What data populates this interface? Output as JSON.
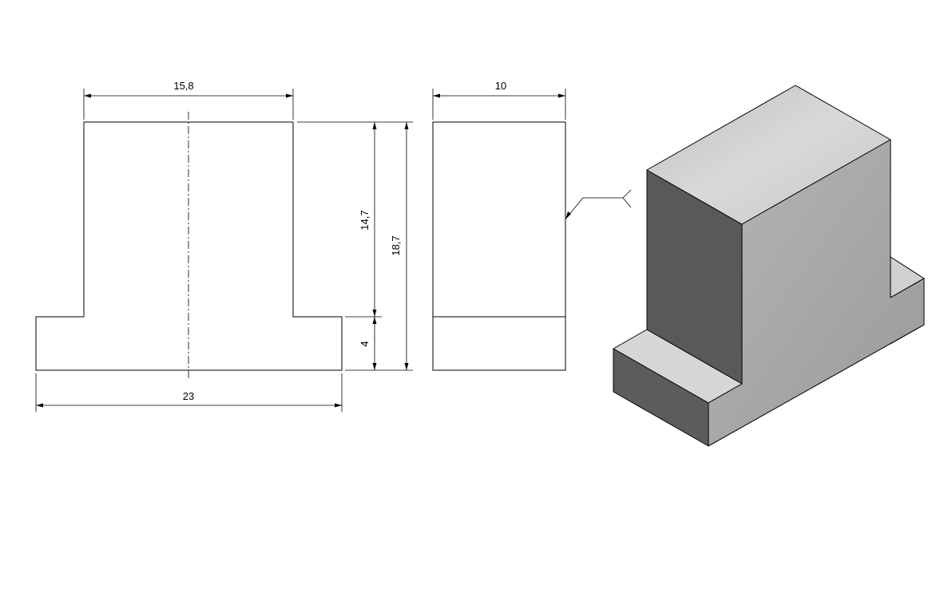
{
  "dimensions": {
    "top_width": "15,8",
    "side_width": "10",
    "upper_height": "14,7",
    "total_height": "18,7",
    "base_height": "4",
    "base_width": "23"
  },
  "colors": {
    "line": "#000000",
    "face_top": "#cfcfcf",
    "face_left": "#5a5a5a",
    "face_right": "#a6a6a6",
    "face_base_top": "#d4d4d4",
    "face_base_left": "#5c5c5c",
    "face_base_right": "#b0b0b0"
  }
}
